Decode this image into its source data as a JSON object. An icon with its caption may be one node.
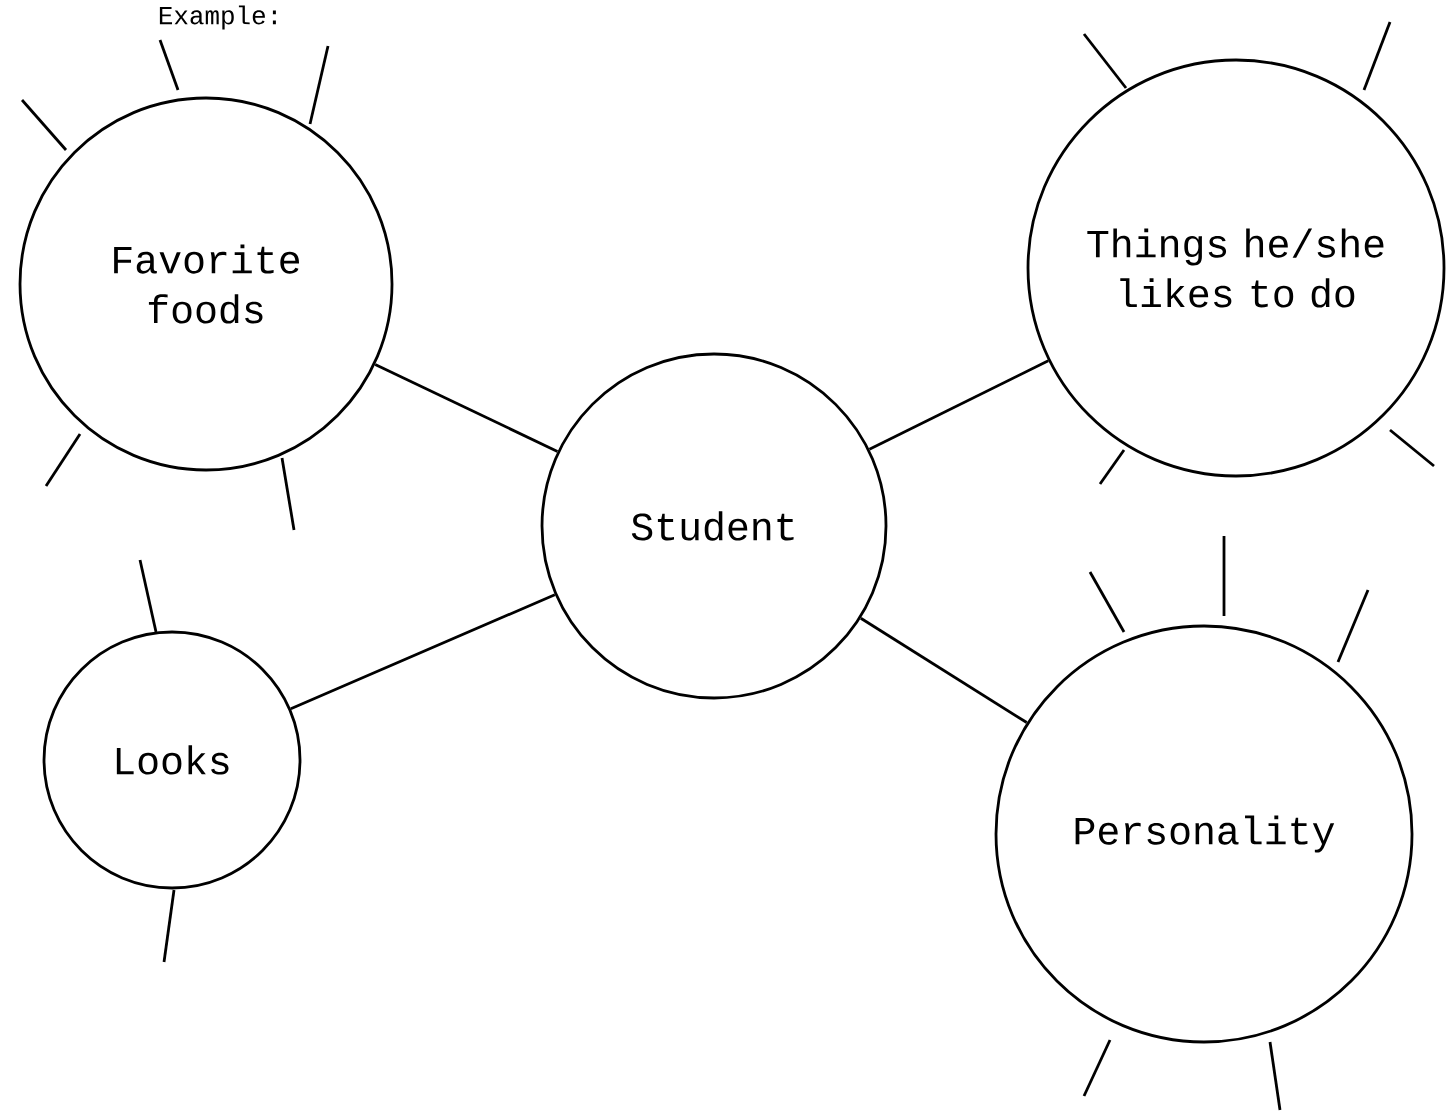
{
  "diagram": {
    "title": "Example:",
    "nodes": [
      {
        "text": [
          "Favorite foods"
        ]
      },
      {
        "text": [
          "Things he/she likes to do"
        ]
      },
      {
        "text": [
          "Student"
        ]
      },
      {
        "text": [
          "Looks"
        ]
      },
      {
        "text": [
          "Personality"
        ]
      }
    ],
    "edges": [
      {
        "from": 2,
        "to": 0,
        "arrow": "none"
      },
      {
        "from": 2,
        "to": 1,
        "arrow": "none"
      },
      {
        "from": 2,
        "to": 3,
        "arrow": "none"
      },
      {
        "from": 2,
        "to": 4,
        "arrow": "none"
      }
    ]
  }
}
